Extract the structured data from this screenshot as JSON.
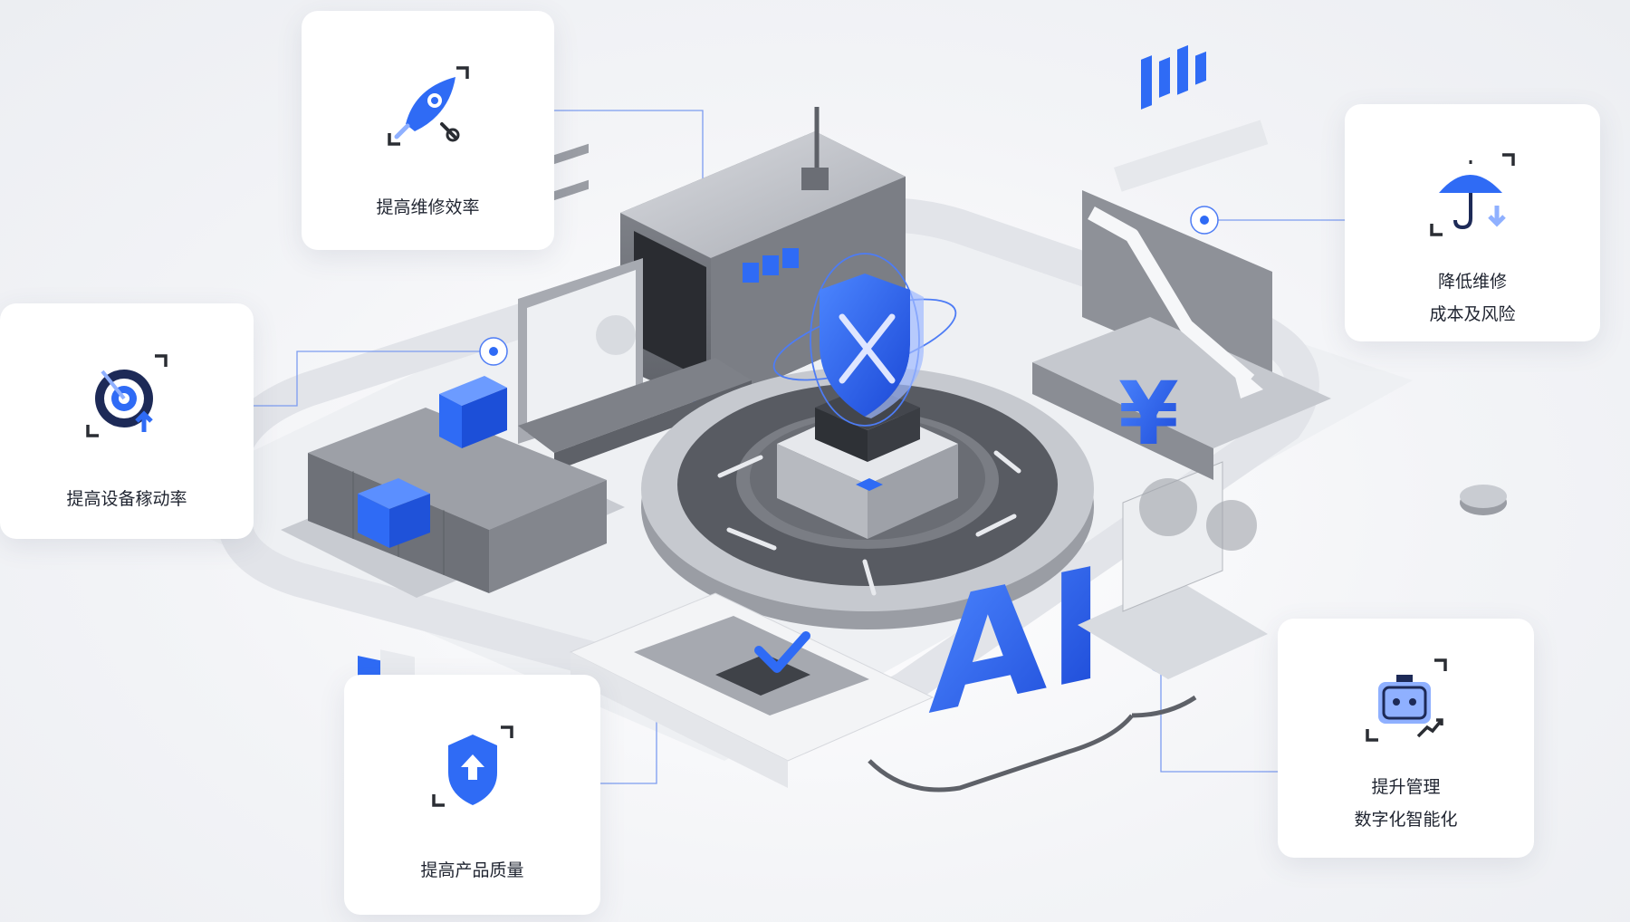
{
  "cards": [
    {
      "id": "rocket",
      "lines": [
        "提高维修效率"
      ],
      "icon": "rocket-icon"
    },
    {
      "id": "target",
      "lines": [
        "提高设备稼动率"
      ],
      "icon": "target-icon"
    },
    {
      "id": "umbrella",
      "lines": [
        "降低维修",
        "成本及风险"
      ],
      "icon": "umbrella-icon"
    },
    {
      "id": "shield",
      "lines": [
        "提高产品质量"
      ],
      "icon": "shield-up-icon"
    },
    {
      "id": "robot",
      "lines": [
        "提升管理",
        "数字化智能化"
      ],
      "icon": "robot-icon"
    }
  ],
  "scene": {
    "center_text": "AI",
    "currency_symbol": "¥"
  },
  "colors": {
    "accent": "#2f6bf5",
    "accent_dark": "#1c4fd8",
    "metal": "#8a8d94",
    "metal_light": "#c9ccd2",
    "card_bg": "#ffffff",
    "text": "#1f2430"
  }
}
